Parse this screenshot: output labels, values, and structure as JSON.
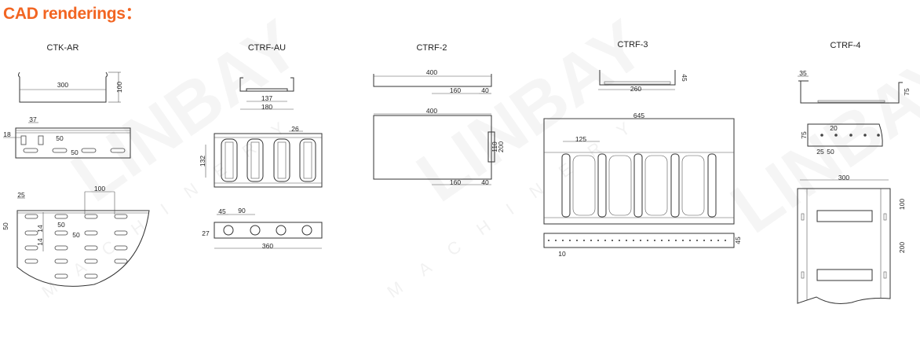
{
  "heading": "CAD renderings：",
  "watermark": {
    "brand": "LINBAY",
    "sub": "MACHINERY"
  },
  "accent_color": "#f26522",
  "drawings": [
    {
      "model": "CTK-AR",
      "dims": [
        "300",
        "100",
        "37",
        "18",
        "50",
        "50",
        "25",
        "100",
        "50",
        "14",
        "14",
        "50",
        "50"
      ]
    },
    {
      "model": "CTRF-AU",
      "dims": [
        "137",
        "180",
        "26",
        "132",
        "45",
        "90",
        "27",
        "360"
      ]
    },
    {
      "model": "CTRF-2",
      "dims": [
        "400",
        "160",
        "40",
        "400",
        "110",
        "200",
        "160",
        "40"
      ]
    },
    {
      "model": "CTRF-3",
      "dims": [
        "45",
        "260",
        "645",
        "125",
        "45",
        "10"
      ]
    },
    {
      "model": "CTRF-4",
      "dims": [
        "35",
        "75",
        "75",
        "20",
        "25",
        "50",
        "300",
        "100",
        "200"
      ]
    }
  ]
}
